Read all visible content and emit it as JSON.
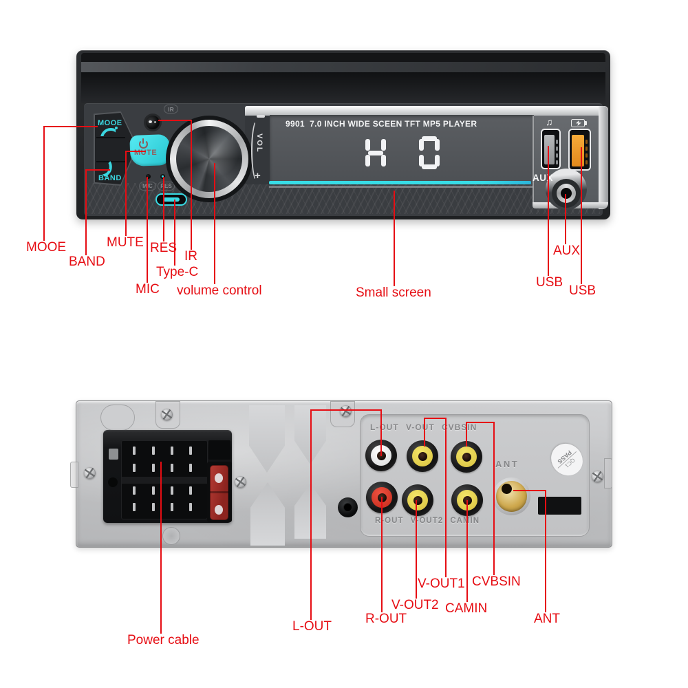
{
  "front_panel": {
    "model_text": "9901  7.0 INCH WIDE SCEEN TFT MP5 PLAYER",
    "display_value": "H 0",
    "mooe_label": "MOOE",
    "band_label": "BAND",
    "mute_label": "MUTE",
    "ir_label": "IR",
    "mic_label": "MIC",
    "res_label": "RES",
    "vol_label": "VOL",
    "vol_minus": "-",
    "vol_plus": "+",
    "aux_label": "AUX",
    "music_note_icon": "♫",
    "accent_color": "#38dce6",
    "fast_usb_color": "#f09a2e"
  },
  "rear_panel": {
    "engraved_row1": "L-OUT V-OUT CVBSIN",
    "engraved_row2": "R-OUT V-OUT2 CAMIN",
    "ant_label": "ANT",
    "qc_sticker_line1": "QC1",
    "qc_sticker_line2": "PASS"
  },
  "annotations": {
    "color": "#e60d13",
    "front": [
      {
        "id": "mooe",
        "label": "MOOE"
      },
      {
        "id": "band",
        "label": "BAND"
      },
      {
        "id": "mute",
        "label": "MUTE"
      },
      {
        "id": "res",
        "label": "RES"
      },
      {
        "id": "ir",
        "label": "IR"
      },
      {
        "id": "type_c",
        "label": "Type-C"
      },
      {
        "id": "mic",
        "label": "MIC"
      },
      {
        "id": "volume",
        "label": "volume control"
      },
      {
        "id": "screen",
        "label": "Small screen"
      },
      {
        "id": "aux",
        "label": "AUX"
      },
      {
        "id": "usb_left",
        "label": "USB"
      },
      {
        "id": "usb_right",
        "label": "USB"
      }
    ],
    "rear": [
      {
        "id": "power",
        "label": "Power cable"
      },
      {
        "id": "l_out",
        "label": "L-OUT"
      },
      {
        "id": "r_out",
        "label": "R-OUT"
      },
      {
        "id": "v_out2",
        "label": "V-OUT2"
      },
      {
        "id": "v_out1",
        "label": "V-OUT1"
      },
      {
        "id": "camin",
        "label": "CAMIN"
      },
      {
        "id": "cvbsin",
        "label": "CVBSIN"
      },
      {
        "id": "ant",
        "label": "ANT"
      }
    ]
  }
}
